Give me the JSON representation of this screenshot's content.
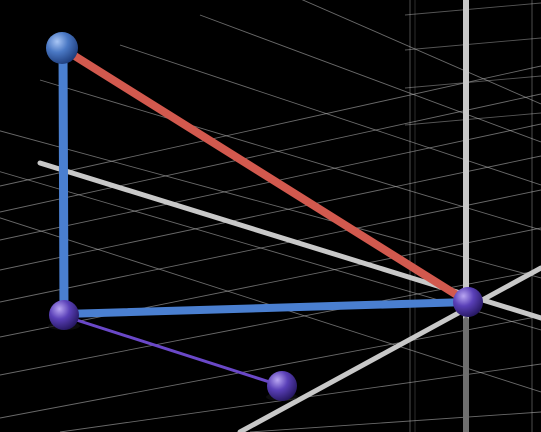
{
  "scene": {
    "type": "3d-vector-diagram",
    "background_color": "#000000",
    "grid_color": "#bfbfbf",
    "axis_color": "#c8c8c8",
    "points": [
      {
        "name": "apex-point",
        "color": "#4a78c4"
      },
      {
        "name": "base-corner-point",
        "color": "#5a40b8"
      },
      {
        "name": "origin-point",
        "color": "#5a40b8"
      },
      {
        "name": "ground-projection-point",
        "color": "#5a40b8"
      }
    ],
    "edges": [
      {
        "name": "vertical-edge",
        "from": "apex-point",
        "to": "base-corner-point",
        "color": "#4a7fd0"
      },
      {
        "name": "hypotenuse-edge",
        "from": "apex-point",
        "to": "origin-point",
        "color": "#d2594e"
      },
      {
        "name": "horizontal-edge",
        "from": "base-corner-point",
        "to": "origin-point",
        "color": "#4a7fd0"
      },
      {
        "name": "projection-edge",
        "from": "base-corner-point",
        "to": "ground-projection-point",
        "color": "#6a48c8"
      }
    ]
  }
}
